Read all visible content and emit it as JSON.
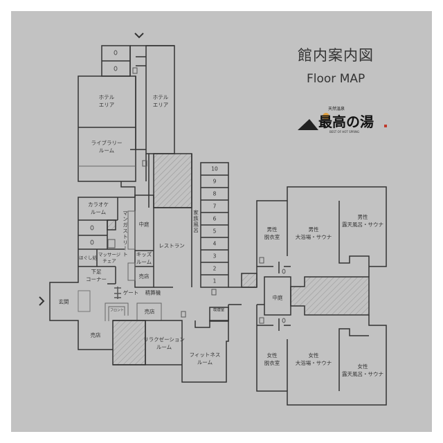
{
  "header": {
    "title": "館内案内図",
    "subtitle": "Floor MAP"
  },
  "logo": {
    "top_text": "天然温泉",
    "main_text": "最高の湯",
    "sub_text": "BEST OF HOT SPRING"
  },
  "colors": {
    "background": "#c2c2c2",
    "wall": "#333333",
    "hatch": "#9a9a9a",
    "logo_sun": "#e0a040",
    "logo_dot": "#c0392b"
  },
  "rooms": {
    "hotel_area_left": [
      "ホテル",
      "エリア"
    ],
    "hotel_area_right": [
      "ホテル",
      "エリア"
    ],
    "library": [
      "ライブラリー",
      "ルーム"
    ],
    "karaoke": [
      "カラオケ",
      "ルーム"
    ],
    "manga_street": "マンガストリート",
    "courtyard_left": "中庭",
    "restaurant": "レストラン",
    "family_bath": "家族風呂",
    "kids_room": [
      "キッズ",
      "ルーム"
    ],
    "shop_1": "売店",
    "hogushi": "ほぐし処",
    "massage_chair": [
      "マッサージ",
      "チェア"
    ],
    "foot_bath": [
      "下足",
      "コーナー"
    ],
    "gate": "ゲート",
    "payment_machine": "精算機",
    "entrance": "玄関",
    "front_desk": "フロント",
    "shop_2": "売店",
    "shop_3": "売店",
    "relaxation": [
      "リラクゼーション",
      "ルーム"
    ],
    "fitness": [
      "フィットネス",
      "ルーム"
    ],
    "smoking_room": "喫煙室",
    "men_changing": [
      "男性",
      "脱衣室"
    ],
    "men_bath": [
      "男性",
      "大浴場・サウナ"
    ],
    "men_outdoor": [
      "男性",
      "露天風呂・サウナ"
    ],
    "courtyard_right": "中庭",
    "women_changing": [
      "女性",
      "脱衣室"
    ],
    "women_bath": [
      "女性",
      "大浴場・サウナ"
    ],
    "women_outdoor": [
      "女性",
      "露天風呂・サウナ"
    ]
  },
  "family_bath_rooms": [
    "10",
    "9",
    "8",
    "7",
    "6",
    "5",
    "4",
    "3",
    "2",
    "1"
  ]
}
